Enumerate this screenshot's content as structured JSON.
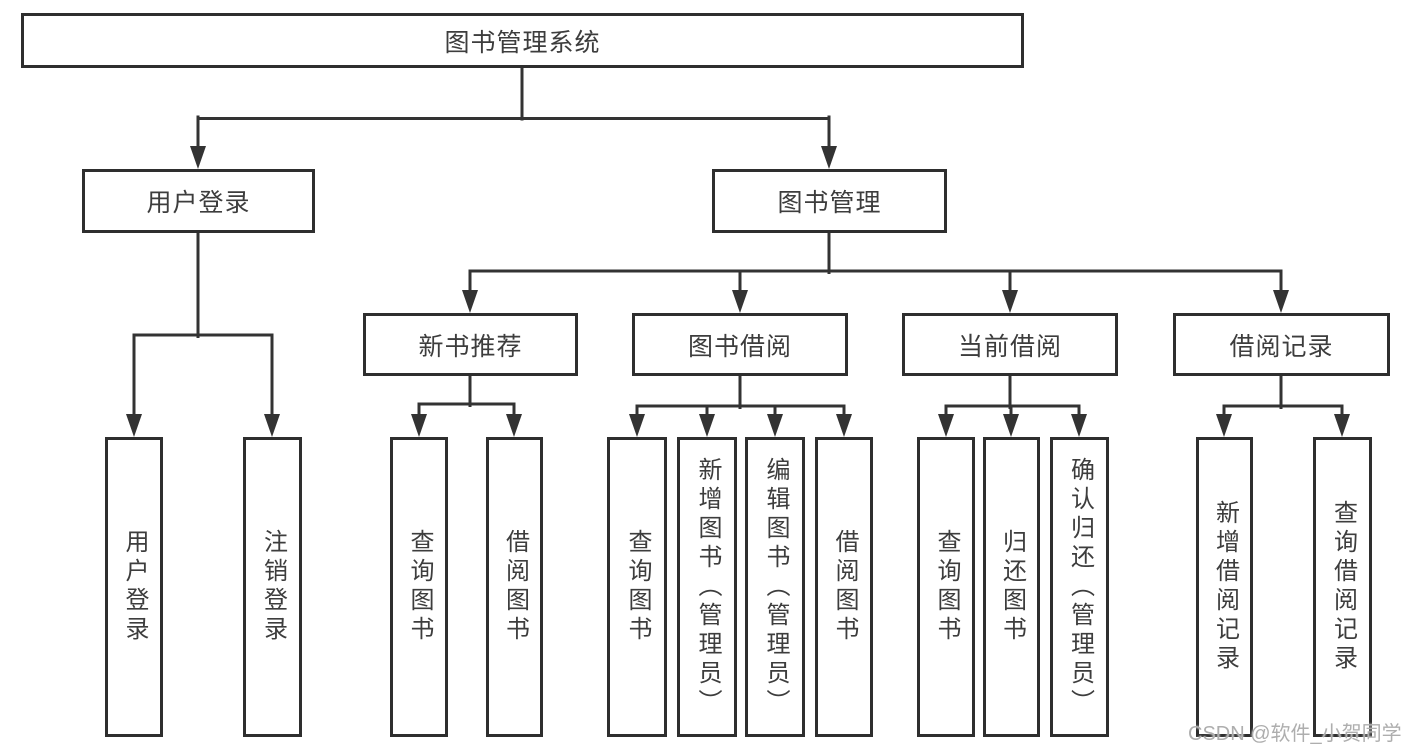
{
  "nodes": {
    "root": {
      "label": "图书管理系统"
    },
    "branches": [
      {
        "label": "用户登录",
        "parent": "图书管理系统"
      },
      {
        "label": "图书管理",
        "parent": "图书管理系统"
      }
    ],
    "modules": [
      {
        "label": "新书推荐",
        "parent": "图书管理"
      },
      {
        "label": "图书借阅",
        "parent": "图书管理"
      },
      {
        "label": "当前借阅",
        "parent": "图书管理"
      },
      {
        "label": "借阅记录",
        "parent": "图书管理"
      }
    ],
    "leaves": [
      {
        "label": "用户登录",
        "parent": "用户登录"
      },
      {
        "label": "注销登录",
        "parent": "用户登录"
      },
      {
        "label": "查询图书",
        "parent": "新书推荐"
      },
      {
        "label": "借阅图书",
        "parent": "新书推荐"
      },
      {
        "label": "查询图书",
        "parent": "图书借阅"
      },
      {
        "label": "新增图书（管理员）",
        "parent": "图书借阅"
      },
      {
        "label": "编辑图书（管理员）",
        "parent": "图书借阅"
      },
      {
        "label": "借阅图书",
        "parent": "图书借阅"
      },
      {
        "label": "查询图书",
        "parent": "当前借阅"
      },
      {
        "label": "归还图书",
        "parent": "当前借阅"
      },
      {
        "label": "确认归还（管理员）",
        "parent": "当前借阅"
      },
      {
        "label": "新增借阅记录",
        "parent": "借阅记录"
      },
      {
        "label": "查询借阅记录",
        "parent": "借阅记录"
      }
    ]
  },
  "watermark": {
    "text": "CSDN @软件_小贺同学"
  },
  "colors": {
    "line": "#333333",
    "box_border": "#2e2e2e",
    "box_text": "#3d3d3d",
    "watermark": "#aeaeae",
    "background": "#ffffff"
  }
}
